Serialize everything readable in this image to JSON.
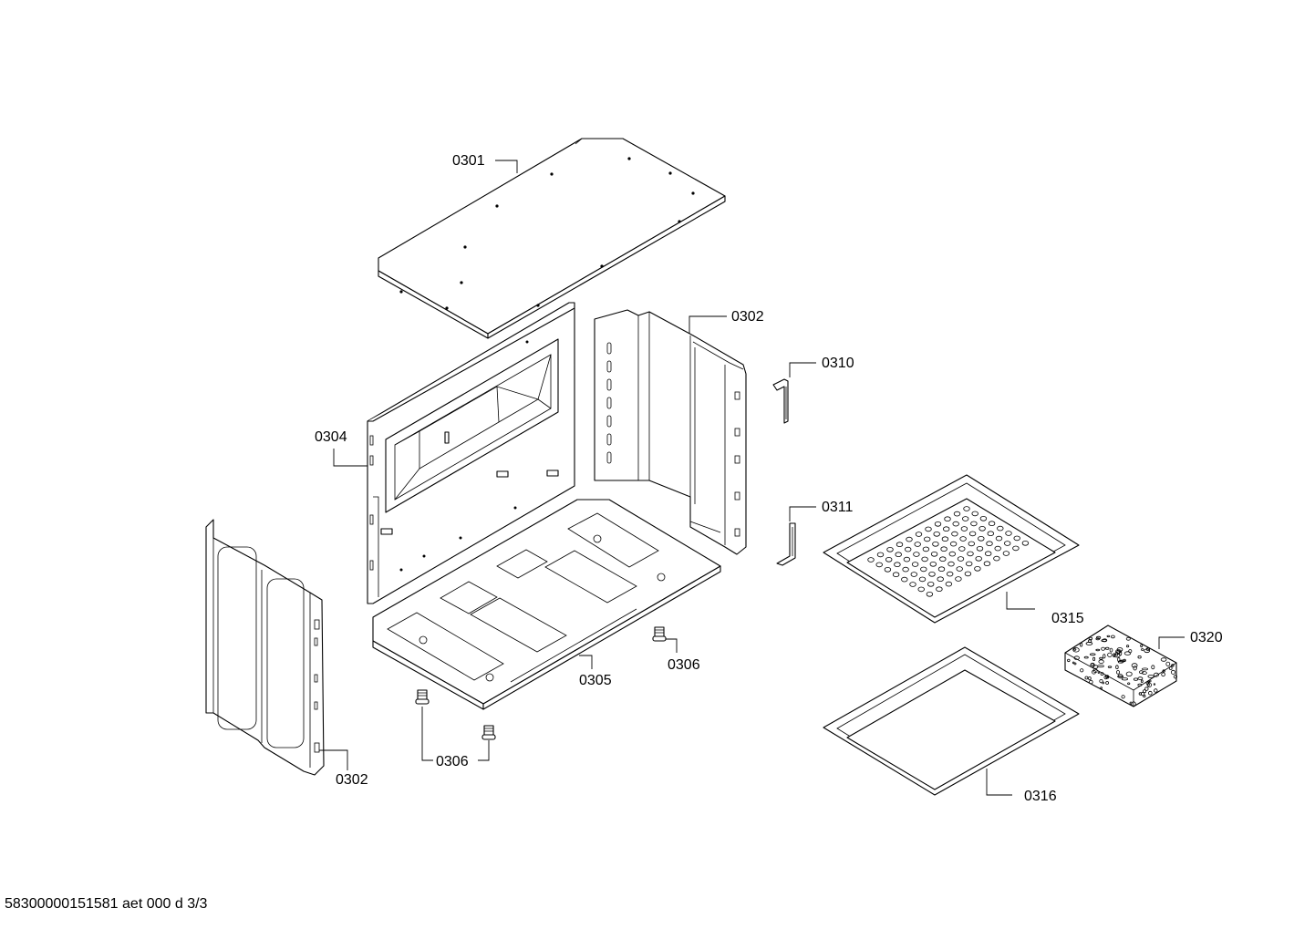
{
  "callouts": {
    "top_cover": "0301",
    "right_side_panel": "0302",
    "left_side_panel": "0302",
    "rear_panel": "0304",
    "base_plate": "0305",
    "foot_right": "0306",
    "foot_left": "0306",
    "bracket_upper": "0310",
    "bracket_lower": "0311",
    "perforated_tray": "0315",
    "solid_tray": "0316",
    "sponge": "0320"
  },
  "footer": {
    "document_id": "58300000151581 aet 000 d 3/3"
  }
}
